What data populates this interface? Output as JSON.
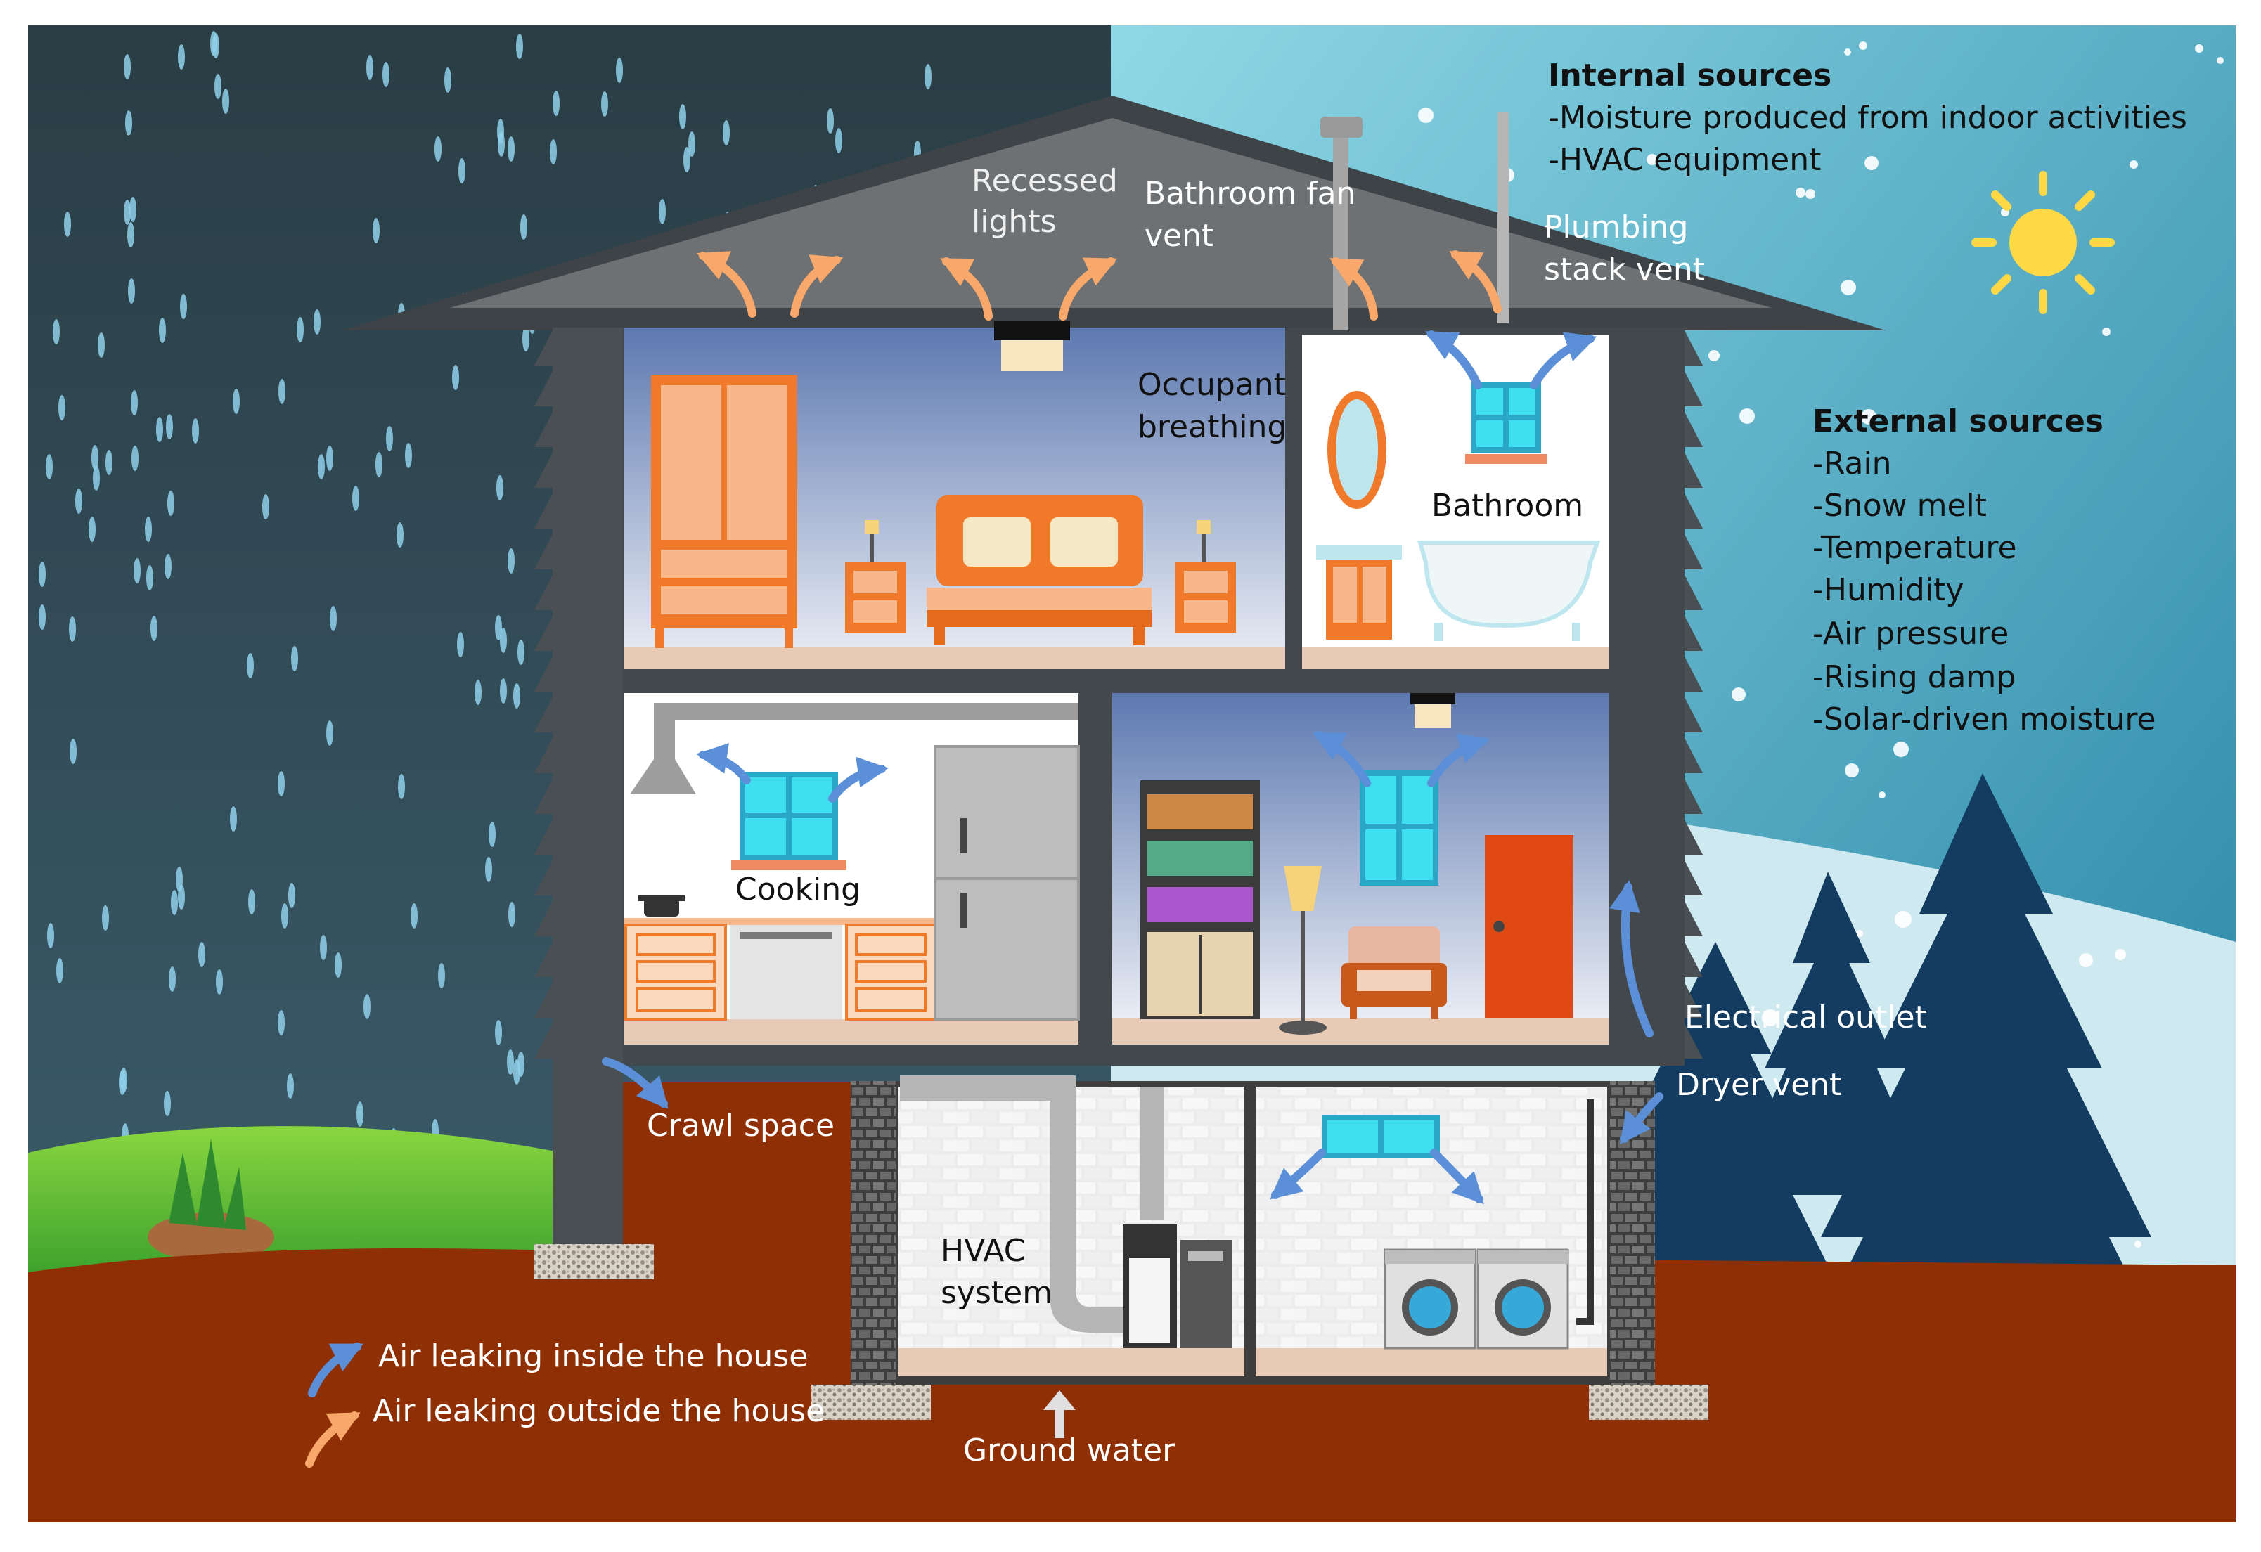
{
  "internal_sources": {
    "title": "Internal sources",
    "items": [
      "-Moisture produced from indoor activities",
      "-HVAC equipment"
    ]
  },
  "external_sources": {
    "title": "External sources",
    "items": [
      "-Rain",
      "-Snow melt",
      "-Temperature",
      "-Humidity",
      "-Air pressure",
      "-Rising damp",
      "-Solar-driven moisture"
    ]
  },
  "labels": {
    "recessed_lights": [
      "Recessed",
      "lights"
    ],
    "bathroom_fan_vent": [
      "Bathroom fan",
      "vent"
    ],
    "plumbing_stack_vent": [
      "Plumbing",
      "stack vent"
    ],
    "occupant_breathing": [
      "Occupant",
      "breathing"
    ],
    "bathroom": "Bathroom",
    "cooking": "Cooking",
    "electrical_outlet": "Electrical outlet",
    "dryer_vent": "Dryer vent",
    "crawl_space": "Crawl space",
    "hvac_system": [
      "HVAC",
      "system"
    ],
    "ground_water": "Ground water"
  },
  "legend": {
    "inside": "Air leaking inside the house",
    "outside": "Air leaking outside the house"
  },
  "colors": {
    "sky_left": "#2e4650",
    "sky_right": "#5ec4d8",
    "ground": "#8f2f05",
    "house_frame": "#444a4f",
    "roof": "#6b6e71",
    "air_in": "#5b8fd8",
    "air_out": "#f7a86a",
    "furniture": "#f07a2a",
    "tree": "#123a5e"
  }
}
